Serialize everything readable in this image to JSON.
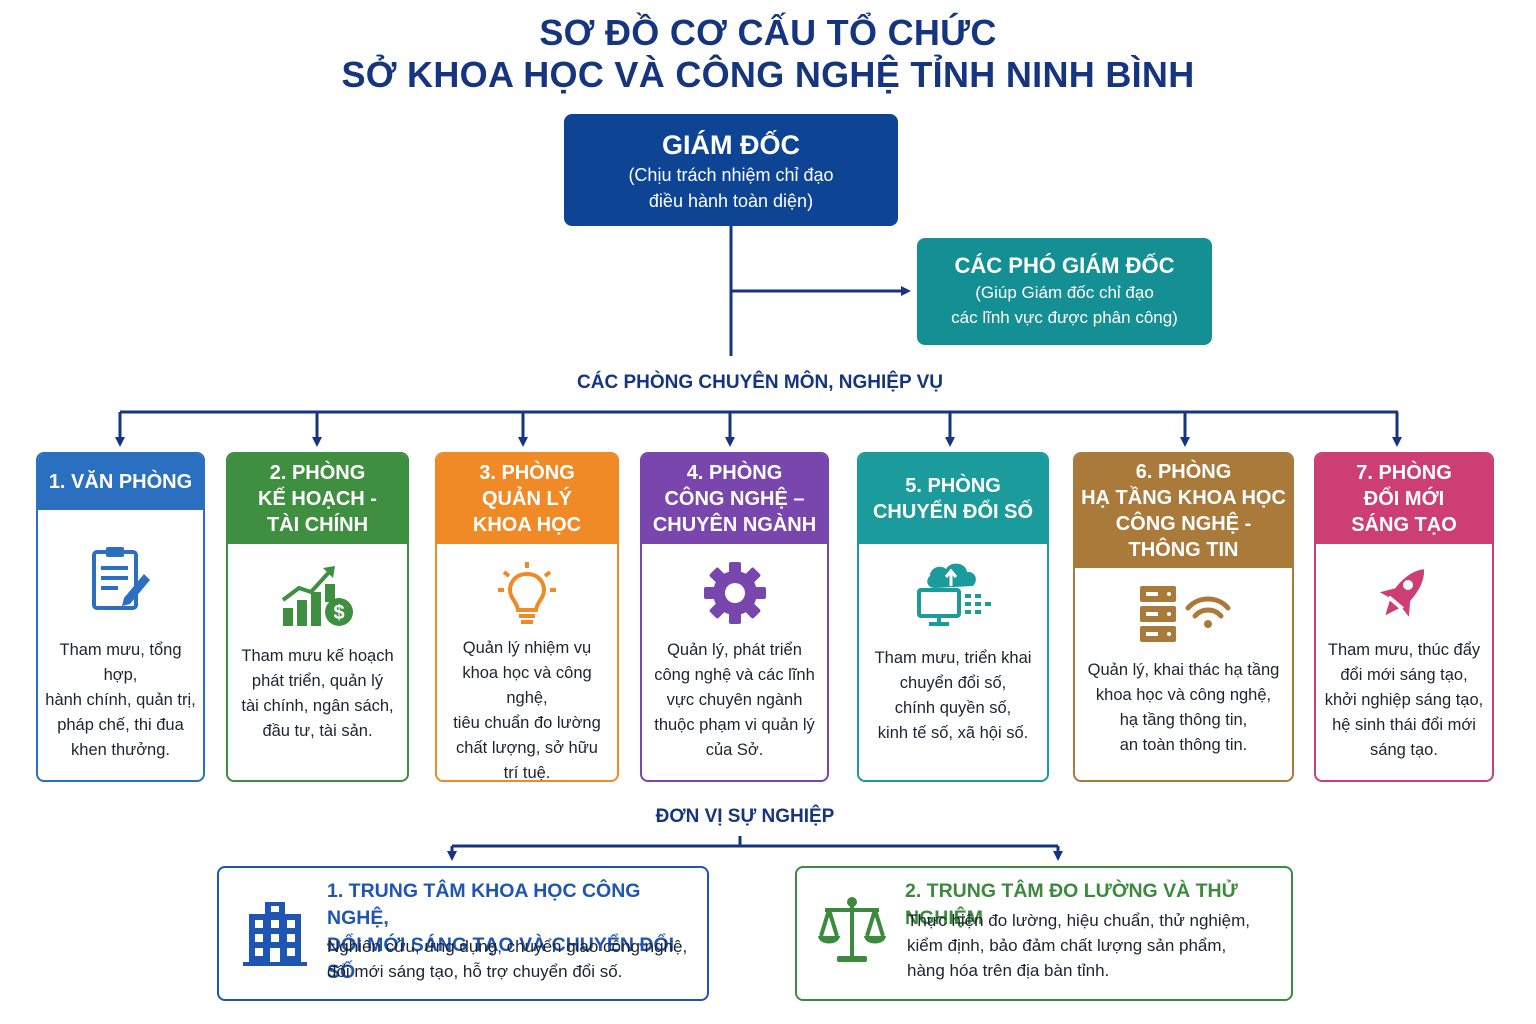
{
  "title": {
    "line1": "SƠ ĐỒ CƠ CẤU TỔ CHỨC",
    "line2": "SỞ KHOA HỌC VÀ CÔNG NGHỆ TỈNH NINH BÌNH"
  },
  "director": {
    "title": "GIÁM ĐỐC",
    "desc": "(Chịu trách nhiệm chỉ đạo\nđiều hành toàn diện)"
  },
  "deputy": {
    "title": "CÁC PHÓ GIÁM ĐỐC",
    "desc": "(Giúp Giám đốc chỉ đạo\ncác lĩnh vực được phân công)"
  },
  "departments_label": "CÁC PHÒNG CHUYÊN MÔN, NGHIỆP VỤ",
  "departments": [
    {
      "title": "1. VĂN PHÒNG",
      "icon": "clipboard-icon",
      "color": "#2a6fc0",
      "desc": "Tham mưu, tổng hợp,\nhành chính, quản trị,\npháp chế, thi đua\nkhen thưởng."
    },
    {
      "title": "2. PHÒNG\nKẾ HOẠCH -\nTÀI CHÍNH",
      "icon": "finance-growth-icon",
      "color": "#3f8f40",
      "desc": "Tham mưu kế hoạch\nphát triển, quản lý\ntài chính, ngân sách,\nđầu tư, tài sản."
    },
    {
      "title": "3. PHÒNG\nQUẢN LÝ\nKHOA HỌC",
      "icon": "lightbulb-icon",
      "color": "#ef8a26",
      "desc": "Quản lý nhiệm vụ\nkhoa học và công nghệ,\ntiêu chuẩn đo lường\nchất lượng, sở hữu\ntrí tuệ."
    },
    {
      "title": "4. PHÒNG\nCÔNG NGHỆ –\nCHUYÊN NGÀNH",
      "icon": "gear-icon",
      "color": "#7846ad",
      "desc": "Quản lý, phát triển\ncông nghệ và các lĩnh\nvực chuyên ngành\nthuộc phạm vi quản lý\ncủa Sở."
    },
    {
      "title": "5. PHÒNG\nCHUYỂN ĐỔI SỐ",
      "icon": "cloud-computer-icon",
      "color": "#1b9b9b",
      "desc": "Tham mưu, triển khai\nchuyển đổi số,\nchính quyền số,\nkinh tế số, xã hội số."
    },
    {
      "title": "6. PHÒNG\nHẠ TẦNG KHOA HỌC\nCÔNG NGHỆ -\nTHÔNG TIN",
      "icon": "server-wifi-icon",
      "color": "#a97a3a",
      "desc": "Quản lý, khai thác hạ tầng\nkhoa học và công nghệ,\nhạ tầng thông tin,\nan toàn thông tin."
    },
    {
      "title": "7. PHÒNG\nĐỔI MỚI\nSÁNG TẠO",
      "icon": "rocket-icon",
      "color": "#cd3f74",
      "desc": "Tham mưu, thúc đẩy\nđổi mới sáng tạo,\nkhởi nghiệp sáng tạo,\nhệ sinh thái đổi mới\nsáng tạo."
    }
  ],
  "units_label": "ĐƠN VỊ SỰ NGHIỆP",
  "units": [
    {
      "title": "1.  TRUNG TÂM KHOA HỌC CÔNG NGHỆ,\nĐỔI MỚI SÁNG TẠO VÀ CHUYỂN ĐỔI SỐ",
      "icon": "building-icon",
      "color": "#1f55b3",
      "desc": "Nghiên cứu, ứng dụng, chuyển giao công nghệ,\nđổi mới sáng tạo, hỗ trợ chuyển đổi số."
    },
    {
      "title": "2. TRUNG TÂM ĐO LƯỜNG VÀ THỬ NGHIỆM",
      "icon": "scale-icon",
      "color": "#3c8a3e",
      "desc": "Thực hiện đo lường, hiệu chuẩn, thử nghiệm,\nkiểm định, bảo đảm chất lượng sản phẩm,\nhàng hóa trên địa bàn tỉnh."
    }
  ]
}
